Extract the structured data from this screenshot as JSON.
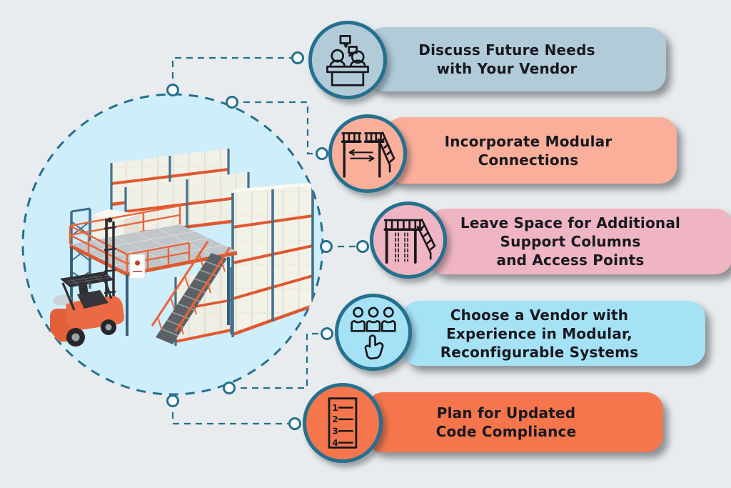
{
  "infographic": {
    "subject": "modular-warehouse-mezzanine-tips",
    "center_graphic": "warehouse-racking-mezzanine-with-forklift-illustration"
  },
  "palette": {
    "background": "#e9ecee",
    "line_teal": "#25708f",
    "circle_fill": "#cfeefc",
    "node_fill": "#ffffff",
    "text": "#18181f"
  },
  "steps": [
    {
      "label": "Discuss Future Needs\nwith Your Vendor",
      "color": "#b2cbd9",
      "icon": "meeting-discussion-icon"
    },
    {
      "label": "Incorporate Modular\nConnections",
      "color": "#fbaf9b",
      "icon": "modular-connection-platforms-icon"
    },
    {
      "label": "Leave Space for Additional\nSupport Columns\nand Access Points",
      "color": "#efb5c3",
      "icon": "support-columns-platform-icon"
    },
    {
      "label": "Choose a Vendor with\nExperience in Modular,\nReconfigurable Systems",
      "color": "#a6e2f6",
      "icon": "vendor-people-choice-icon"
    },
    {
      "label": "Plan for Updated\nCode Compliance",
      "color": "#f5764d",
      "icon": "numbered-checklist-icon",
      "list_items": [
        "1",
        "2",
        "3",
        "4"
      ]
    }
  ]
}
